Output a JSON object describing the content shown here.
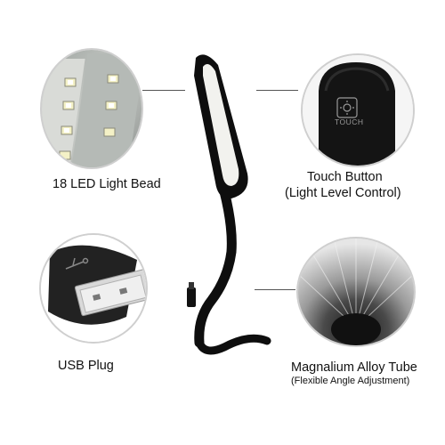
{
  "features": {
    "led": {
      "title": "18 LED Light Bead"
    },
    "touch": {
      "title": "Touch Button",
      "subtitle": "(Light Level Control)",
      "button_text": "TOUCH"
    },
    "usb": {
      "title": "USB Plug"
    },
    "tube": {
      "title": "Magnalium Alloy Tube",
      "subtitle": "(Flexible Angle Adjustment)"
    }
  },
  "colors": {
    "background": "#ffffff",
    "lamp_body": "#0d0d0d",
    "led_panel": "#f2f2ee",
    "callout_line": "#555555"
  },
  "icons": [
    "usb-symbol-icon",
    "sun-touch-icon"
  ]
}
